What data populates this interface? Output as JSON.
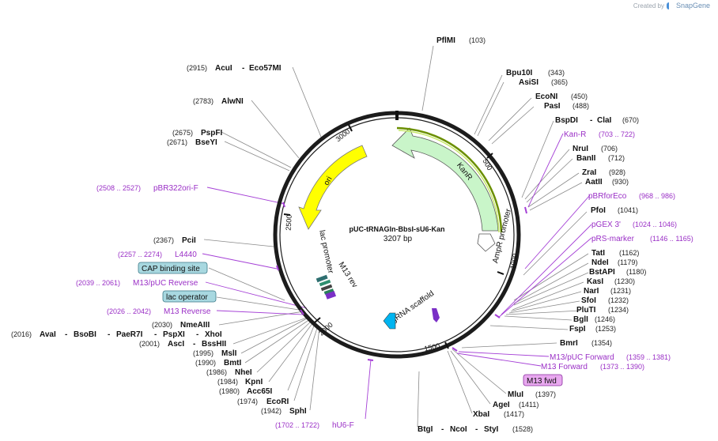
{
  "credit": {
    "text": "Created by",
    "brand": "SnapGene"
  },
  "plasmid": {
    "name": "pUC-tRNAGln-BbsI-sU6-Kan",
    "length": "3207 bp"
  },
  "ticks": [
    "500",
    "1000",
    "1500",
    "2000",
    "2500",
    "3000"
  ],
  "arrows": {
    "kanr": "KanR",
    "ampr": "AmpR promoter",
    "ori": "ori",
    "lac": "lac promoter",
    "m13rev": "M13 rev",
    "grna": "gRNA scaffold"
  },
  "enzymes": {
    "pflmi": {
      "name": "PflMI",
      "pos": "(103)"
    },
    "bpu10i": {
      "name": "Bpu10I",
      "pos": "(343)"
    },
    "asisi": {
      "name": "AsiSI",
      "pos": "(365)"
    },
    "econi": {
      "name": "EcoNI",
      "pos": "(450)"
    },
    "pasi": {
      "name": "PasI",
      "pos": "(488)"
    },
    "bspdi": {
      "name": "BspDI",
      "sep": "-",
      "name2": "ClaI",
      "pos": "(670)"
    },
    "nrui": {
      "name": "NruI",
      "pos": "(706)"
    },
    "banii": {
      "name": "BanII",
      "pos": "(712)"
    },
    "zrai": {
      "name": "ZraI",
      "pos": "(928)"
    },
    "aatii": {
      "name": "AatII",
      "pos": "(930)"
    },
    "pfoi": {
      "name": "PfoI",
      "pos": "(1041)"
    },
    "tati": {
      "name": "TatI",
      "pos": "(1162)"
    },
    "ndei": {
      "name": "NdeI",
      "pos": "(1179)"
    },
    "bstapi": {
      "name": "BstAPI",
      "pos": "(1180)"
    },
    "kasi": {
      "name": "KasI",
      "pos": "(1230)"
    },
    "nari": {
      "name": "NarI",
      "pos": "(1231)"
    },
    "sfoi": {
      "name": "SfoI",
      "pos": "(1232)"
    },
    "pluti": {
      "name": "PluTI",
      "pos": "(1234)"
    },
    "bgli": {
      "name": "BglI",
      "pos": "(1246)"
    },
    "fspi": {
      "name": "FspI",
      "pos": "(1253)"
    },
    "bmri": {
      "name": "BmrI",
      "pos": "(1354)"
    },
    "mlui": {
      "name": "MluI",
      "pos": "(1397)"
    },
    "agei": {
      "name": "AgeI",
      "pos": "(1411)"
    },
    "xbai": {
      "name": "XbaI",
      "pos": "(1417)"
    },
    "btgi": {
      "name": "BtgI",
      "sep": "-",
      "name2": "NcoI",
      "sep2": "-",
      "name3": "StyI",
      "pos": "(1528)"
    },
    "sphi": {
      "name": "SphI",
      "pos": "(1942)"
    },
    "ecori": {
      "name": "EcoRI",
      "pos": "(1974)"
    },
    "acc65i": {
      "name": "Acc65I",
      "pos": "(1980)"
    },
    "kpni": {
      "name": "KpnI",
      "pos": "(1984)"
    },
    "nhei": {
      "name": "NheI",
      "pos": "(1986)"
    },
    "bmti": {
      "name": "BmtI",
      "pos": "(1990)"
    },
    "msli": {
      "name": "MslI",
      "pos": "(1995)"
    },
    "asci": {
      "name": "AscI",
      "sep": "-",
      "name2": "BssHII",
      "pos": "(2001)"
    },
    "aval": {
      "name": "AvaI",
      "sep": "-",
      "name2": "BsoBI",
      "sep2": "-",
      "name3": "PaeR7I",
      "sep3": "-",
      "name4": "PspXI",
      "sep4": "-",
      "name5": "XhoI",
      "pos": "(2016)"
    },
    "nmeaiii": {
      "name": "NmeAIII",
      "pos": "(2030)"
    },
    "pcii": {
      "name": "PciI",
      "pos": "(2367)"
    },
    "bseyi": {
      "name": "BseYI",
      "pos": "(2671)"
    },
    "pspfi": {
      "name": "PspFI",
      "pos": "(2675)"
    },
    "alwni": {
      "name": "AlwNI",
      "pos": "(2783)"
    },
    "acui": {
      "name": "AcuI",
      "sep": "-",
      "name2": "Eco57MI",
      "pos": "(2915)"
    }
  },
  "features": {
    "kanr_site": {
      "name": "Kan-R",
      "range": "(703 .. 722)"
    },
    "pbrforeco": {
      "name": "pBRforEco",
      "range": "(968 .. 986)"
    },
    "pgex3": {
      "name": "pGEX 3'",
      "range": "(1024 .. 1046)"
    },
    "prsmarker": {
      "name": "pRS-marker",
      "range": "(1146 .. 1165)"
    },
    "m13puc_fwd": {
      "name": "M13/pUC Forward",
      "range": "(1359 .. 1381)"
    },
    "m13_fwd": {
      "name": "M13 Forward",
      "range": "(1373 .. 1390)"
    },
    "m13fwd_box": {
      "name": "M13 fwd"
    },
    "hu6f": {
      "name": "hU6-F",
      "range": "(1702 .. 1722)"
    },
    "m13_rev": {
      "name": "M13 Reverse",
      "range": "(2026 .. 2042)"
    },
    "lac_op": {
      "name": "lac operator"
    },
    "m13puc_rev": {
      "name": "M13/pUC Reverse",
      "range": "(2039 .. 2061)"
    },
    "cap": {
      "name": "CAP binding site"
    },
    "l4440": {
      "name": "L4440",
      "range": "(2257 .. 2274)"
    },
    "pbr322ori": {
      "name": "pBR322ori-F",
      "range": "(2508 .. 2527)"
    }
  },
  "colors": {
    "kan": "#c9f5c9",
    "ori": "#ffff00",
    "m13box": "#e8a8ef",
    "opbox": "#a8d8e0",
    "primer": "#a540d6",
    "grna": "#00b4f0"
  }
}
